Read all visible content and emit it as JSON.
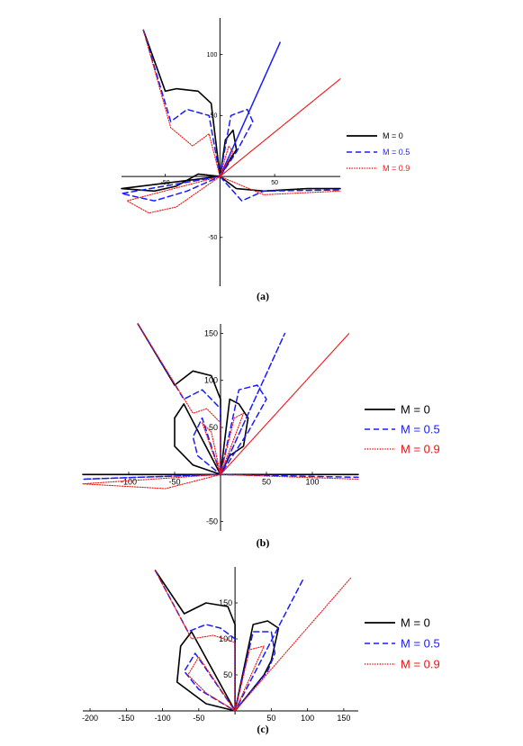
{
  "colors": {
    "m0": "#000000",
    "m05": "#1a1aff",
    "m09": "#ee1111",
    "axis": "#000000"
  },
  "legend": [
    {
      "label": "M = 0",
      "style": "solid"
    },
    {
      "label": "M = 0.5",
      "style": "dashed"
    },
    {
      "label": "M = 0.9",
      "style": "dotted"
    }
  ],
  "chart_data": [
    {
      "type": "line",
      "caption": "(a)",
      "xlim": [
        -90,
        110
      ],
      "ylim": [
        -90,
        130
      ],
      "xticks": [
        -50,
        50
      ],
      "yticks": [
        100,
        50,
        -50
      ],
      "legend_placement": "right",
      "series": [
        {
          "name": "M = 0",
          "points": [
            [
              -70,
              120
            ],
            [
              -50,
              70
            ],
            [
              -40,
              72
            ],
            [
              -20,
              70
            ],
            [
              -8,
              60
            ],
            [
              0,
              0
            ],
            [
              5,
              30
            ],
            [
              12,
              38
            ],
            [
              15,
              22
            ],
            [
              8,
              12
            ],
            [
              0,
              0
            ],
            [
              -20,
              2
            ],
            [
              -40,
              -8
            ],
            [
              -60,
              -12
            ],
            [
              -90,
              -10
            ],
            [
              0,
              0
            ],
            [
              15,
              -10
            ],
            [
              40,
              -12
            ],
            [
              80,
              -10
            ],
            [
              110,
              -10
            ]
          ]
        },
        {
          "name": "M = 0.5",
          "points": [
            [
              -70,
              120
            ],
            [
              -45,
              45
            ],
            [
              -30,
              55
            ],
            [
              -10,
              50
            ],
            [
              0,
              0
            ],
            [
              10,
              50
            ],
            [
              25,
              55
            ],
            [
              30,
              45
            ],
            [
              15,
              20
            ],
            [
              0,
              0
            ],
            [
              55,
              110
            ],
            [
              0,
              0
            ],
            [
              -30,
              -12
            ],
            [
              -60,
              -20
            ],
            [
              -90,
              -14
            ],
            [
              0,
              0
            ],
            [
              20,
              -20
            ],
            [
              40,
              -12
            ],
            [
              110,
              -11
            ]
          ]
        },
        {
          "name": "M = 0.9",
          "points": [
            [
              -70,
              120
            ],
            [
              -45,
              40
            ],
            [
              -25,
              25
            ],
            [
              -10,
              35
            ],
            [
              0,
              0
            ],
            [
              8,
              25
            ],
            [
              12,
              20
            ],
            [
              0,
              0
            ],
            [
              110,
              80
            ],
            [
              0,
              0
            ],
            [
              -40,
              -25
            ],
            [
              -65,
              -30
            ],
            [
              -85,
              -20
            ],
            [
              0,
              0
            ],
            [
              40,
              -15
            ],
            [
              110,
              -12
            ]
          ]
        }
      ]
    },
    {
      "type": "line",
      "caption": "(b)",
      "xlim": [
        -150,
        150
      ],
      "ylim": [
        -60,
        160
      ],
      "xticks": [
        -100,
        -50,
        50,
        100
      ],
      "yticks": [
        150,
        100,
        50,
        -50
      ],
      "legend_placement": "right",
      "series": [
        {
          "name": "M = 0",
          "points": [
            [
              -90,
              160
            ],
            [
              -50,
              95
            ],
            [
              -30,
              110
            ],
            [
              -10,
              105
            ],
            [
              0,
              80
            ],
            [
              0,
              0
            ],
            [
              -30,
              10
            ],
            [
              -50,
              30
            ],
            [
              -50,
              60
            ],
            [
              -40,
              75
            ],
            [
              0,
              0
            ],
            [
              10,
              80
            ],
            [
              20,
              75
            ],
            [
              30,
              60
            ],
            [
              25,
              30
            ],
            [
              10,
              20
            ],
            [
              0,
              0
            ],
            [
              -150,
              0
            ],
            [
              0,
              0
            ],
            [
              150,
              0
            ]
          ]
        },
        {
          "name": "M = 0.5",
          "points": [
            [
              -90,
              160
            ],
            [
              -40,
              80
            ],
            [
              -20,
              90
            ],
            [
              0,
              70
            ],
            [
              0,
              0
            ],
            [
              -25,
              20
            ],
            [
              -30,
              40
            ],
            [
              -20,
              60
            ],
            [
              0,
              0
            ],
            [
              20,
              90
            ],
            [
              40,
              95
            ],
            [
              50,
              80
            ],
            [
              30,
              45
            ],
            [
              0,
              0
            ],
            [
              70,
              150
            ],
            [
              0,
              0
            ],
            [
              -150,
              -5
            ],
            [
              0,
              0
            ],
            [
              150,
              -3
            ]
          ]
        },
        {
          "name": "M = 0.9",
          "points": [
            [
              -90,
              160
            ],
            [
              -30,
              65
            ],
            [
              -15,
              70
            ],
            [
              0,
              55
            ],
            [
              0,
              0
            ],
            [
              -10,
              45
            ],
            [
              -20,
              55
            ],
            [
              0,
              0
            ],
            [
              15,
              60
            ],
            [
              25,
              65
            ],
            [
              0,
              0
            ],
            [
              140,
              150
            ],
            [
              0,
              0
            ],
            [
              -60,
              -15
            ],
            [
              -150,
              -10
            ],
            [
              0,
              0
            ],
            [
              150,
              -5
            ]
          ]
        }
      ]
    },
    {
      "type": "line",
      "caption": "(c)",
      "xlim": [
        -210,
        170
      ],
      "ylim": [
        -5,
        200
      ],
      "xticks": [
        -200,
        -150,
        -100,
        -50,
        50,
        100,
        150
      ],
      "yticks": [
        150,
        100,
        50
      ],
      "legend_placement": "right",
      "series": [
        {
          "name": "M = 0",
          "points": [
            [
              -110,
              195
            ],
            [
              -70,
              135
            ],
            [
              -40,
              150
            ],
            [
              -10,
              145
            ],
            [
              0,
              120
            ],
            [
              0,
              0
            ],
            [
              -40,
              10
            ],
            [
              -80,
              40
            ],
            [
              -75,
              90
            ],
            [
              -60,
              110
            ],
            [
              0,
              0
            ],
            [
              25,
              120
            ],
            [
              45,
              125
            ],
            [
              60,
              115
            ],
            [
              50,
              70
            ],
            [
              40,
              50
            ],
            [
              0,
              0
            ]
          ]
        },
        {
          "name": "M = 0.5",
          "points": [
            [
              -110,
              195
            ],
            [
              -65,
              110
            ],
            [
              -40,
              120
            ],
            [
              -20,
              115
            ],
            [
              0,
              100
            ],
            [
              0,
              0
            ],
            [
              -50,
              30
            ],
            [
              -70,
              55
            ],
            [
              -55,
              80
            ],
            [
              0,
              0
            ],
            [
              25,
              110
            ],
            [
              50,
              110
            ],
            [
              55,
              80
            ],
            [
              45,
              55
            ],
            [
              0,
              0
            ],
            [
              95,
              185
            ]
          ]
        },
        {
          "name": "M = 0.9",
          "points": [
            [
              -110,
              195
            ],
            [
              -60,
              100
            ],
            [
              -30,
              105
            ],
            [
              0,
              95
            ],
            [
              0,
              0
            ],
            [
              -40,
              25
            ],
            [
              -65,
              50
            ],
            [
              -50,
              75
            ],
            [
              0,
              0
            ],
            [
              20,
              85
            ],
            [
              40,
              90
            ],
            [
              0,
              0
            ],
            [
              160,
              185
            ]
          ]
        }
      ]
    }
  ]
}
